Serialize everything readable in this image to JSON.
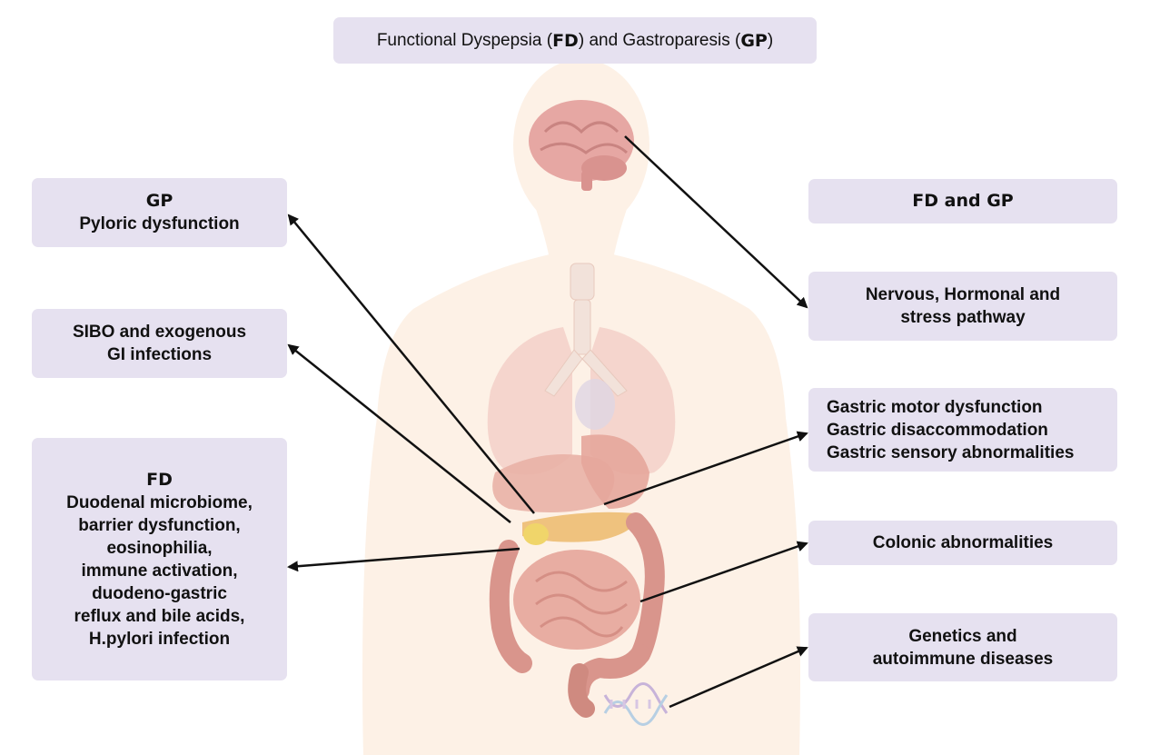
{
  "title": {
    "part1": "Functional Dyspepsia (",
    "abbr1": "FD",
    "part2": ") and Gastroparesis (",
    "abbr2": "GP",
    "part3": ")"
  },
  "left_boxes": {
    "gp": {
      "header": "GP",
      "lines": [
        "Pyloric dysfunction"
      ]
    },
    "sibo": {
      "lines": [
        "SIBO and exogenous",
        "GI infections"
      ]
    },
    "fd": {
      "header": "FD",
      "lines": [
        "Duodenal microbiome,",
        "barrier dysfunction,",
        "eosinophilia,",
        "immune activation,",
        "duodeno-gastric",
        "reflux and bile acids,",
        "H.pylori infection"
      ]
    }
  },
  "right_boxes": {
    "fd_gp": {
      "header": "FD and GP"
    },
    "nervous": {
      "lines": [
        "Nervous, Hormonal and",
        "stress pathway"
      ]
    },
    "gastric": {
      "lines": [
        "Gastric motor dysfunction",
        "Gastric disaccommodation",
        "Gastric sensory abnormalities"
      ]
    },
    "colonic": {
      "lines": [
        "Colonic abnormalities"
      ]
    },
    "genetics": {
      "lines": [
        "Genetics and",
        "autoimmune diseases"
      ]
    }
  },
  "colors": {
    "box_fill": "#e6e1f0",
    "body_silhouette": "#fdf1e6",
    "organ_pink": "#f0c4bd",
    "brain": "#e6a7a3",
    "intestine": "#d9958c",
    "pancreas": "#efc27e",
    "arrow": "#111111"
  }
}
